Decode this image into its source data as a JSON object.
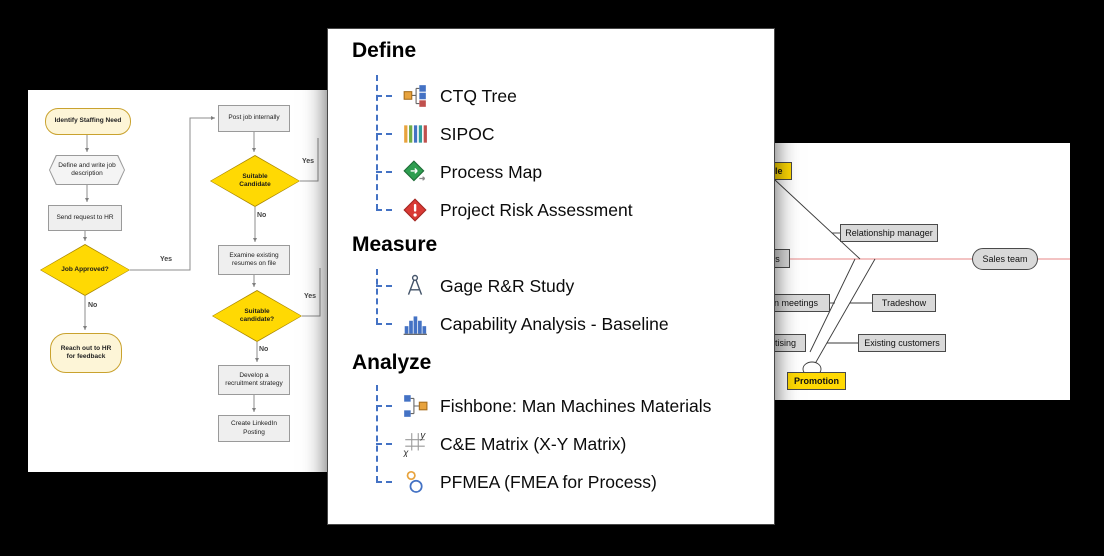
{
  "toolbox": {
    "sections": [
      {
        "title": "Define",
        "items": [
          {
            "label": "CTQ Tree",
            "icon": "ctq-tree-icon"
          },
          {
            "label": "SIPOC",
            "icon": "sipoc-icon"
          },
          {
            "label": "Process Map",
            "icon": "process-map-icon"
          },
          {
            "label": "Project Risk Assessment",
            "icon": "risk-assessment-icon"
          }
        ]
      },
      {
        "title": "Measure",
        "items": [
          {
            "label": "Gage R&R Study",
            "icon": "gage-rr-icon"
          },
          {
            "label": "Capability Analysis - Baseline",
            "icon": "capability-analysis-icon"
          }
        ]
      },
      {
        "title": "Analyze",
        "items": [
          {
            "label": "Fishbone: Man Machines Materials",
            "icon": "fishbone-icon"
          },
          {
            "label": "C&E Matrix (X-Y Matrix)",
            "icon": "ce-matrix-icon"
          },
          {
            "label": "PFMEA (FMEA for Process)",
            "icon": "pfmea-icon"
          }
        ]
      }
    ]
  },
  "flowchart": {
    "nodes": {
      "identify": "Identify Staffing Need",
      "define_job": "Define and write job description",
      "send_request": "Send request to HR",
      "job_approved": "Job Approved?",
      "reach_out": "Reach out to HR for feedback",
      "post_job": "Post job internally",
      "suitable_candidate": "Suitable Candidate",
      "examine_resumes": "Examine existing resumes on file",
      "suitable_candidate2": "Suitable candidate?",
      "develop_strategy": "Develop a recruitment strategy",
      "linkedin_posting": "Create LinkedIn Posting"
    },
    "labels": {
      "yes": "Yes",
      "no": "No"
    }
  },
  "fishbone": {
    "nodes": {
      "people": "ple",
      "relationship_manager": "Relationship manager",
      "customers": "ers",
      "sales_team": "Sales team",
      "meetings": "on meetings",
      "tradeshow": "Tradeshow",
      "advertising": "ertising",
      "existing_customers": "Existing customers",
      "promotion": "Promotion"
    }
  },
  "colors": {
    "accent_blue": "#4472C4",
    "diamond_yellow": "#FFD903",
    "risk_red": "#D93A35",
    "process_green": "#2E9E50",
    "icon_orange": "#E8A33D",
    "box_gray": "#D9D9D9",
    "spine_pink": "#EC9F9F"
  }
}
